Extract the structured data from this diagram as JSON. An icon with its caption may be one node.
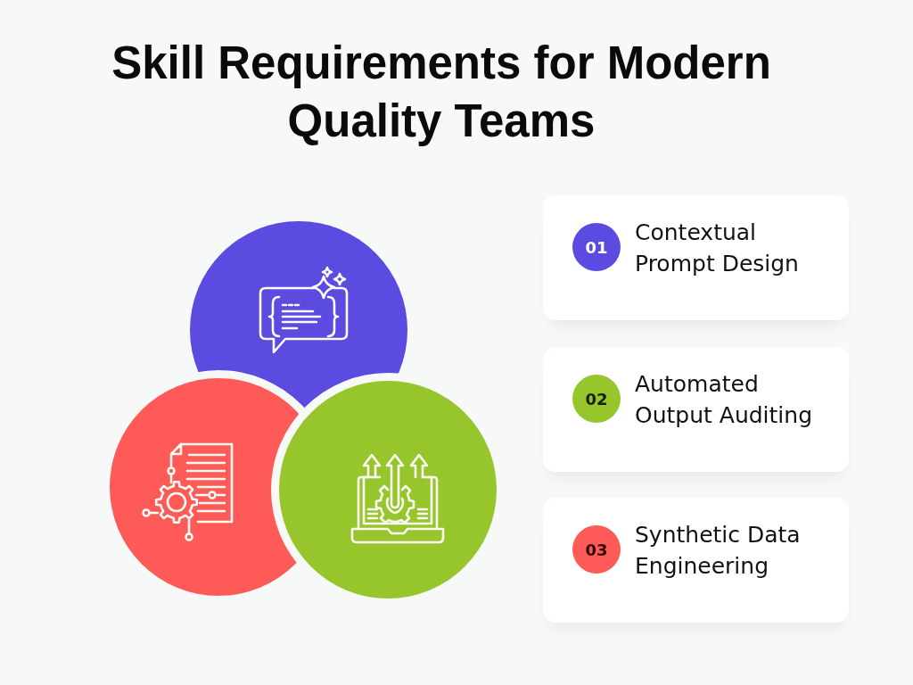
{
  "diagram": {
    "title": "Skill Requirements for Modern Quality Teams",
    "nodes": [
      {
        "text": [],
        "shape": "circle"
      },
      {
        "text": [],
        "shape": "circle"
      },
      {
        "text": [],
        "shape": "circle"
      },
      {
        "text": [
          "Contextual Prompt Design"
        ]
      },
      {
        "text": [
          "01"
        ],
        "in": 3
      },
      {
        "text": [
          "Automated Output Auditing"
        ]
      },
      {
        "text": [
          "02"
        ],
        "in": 5
      },
      {
        "text": [
          "Synthetic Data Engineering"
        ]
      },
      {
        "text": [
          "03"
        ],
        "in": 7
      }
    ]
  }
}
